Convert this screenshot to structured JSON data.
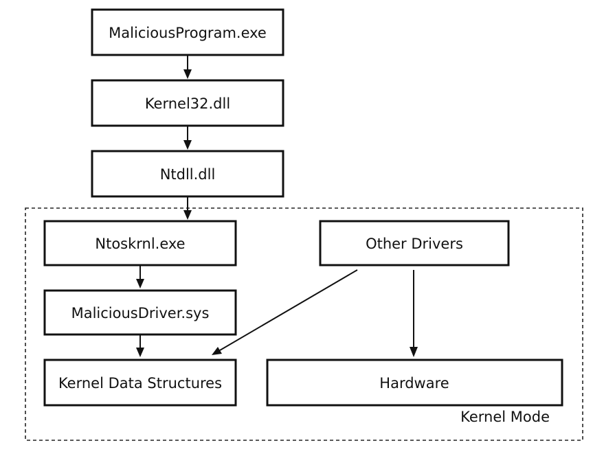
{
  "diagram": {
    "nodes": [
      {
        "id": "malicious-program",
        "label": "MaliciousProgram.exe"
      },
      {
        "id": "kernel32",
        "label": "Kernel32.dll"
      },
      {
        "id": "ntdll",
        "label": "Ntdll.dll"
      },
      {
        "id": "ntoskrnl",
        "label": "Ntoskrnl.exe"
      },
      {
        "id": "malicious-driver",
        "label": "MaliciousDriver.sys"
      },
      {
        "id": "kernel-data",
        "label": "Kernel Data Structures"
      },
      {
        "id": "other-drivers",
        "label": "Other Drivers"
      },
      {
        "id": "hardware",
        "label": "Hardware"
      }
    ],
    "edges": [
      {
        "from": "malicious-program",
        "to": "kernel32"
      },
      {
        "from": "kernel32",
        "to": "ntdll"
      },
      {
        "from": "ntdll",
        "to": "ntoskrnl"
      },
      {
        "from": "ntoskrnl",
        "to": "malicious-driver"
      },
      {
        "from": "malicious-driver",
        "to": "kernel-data"
      },
      {
        "from": "other-drivers",
        "to": "kernel-data"
      },
      {
        "from": "other-drivers",
        "to": "hardware"
      }
    ],
    "region": {
      "label": "Kernel Mode"
    }
  }
}
